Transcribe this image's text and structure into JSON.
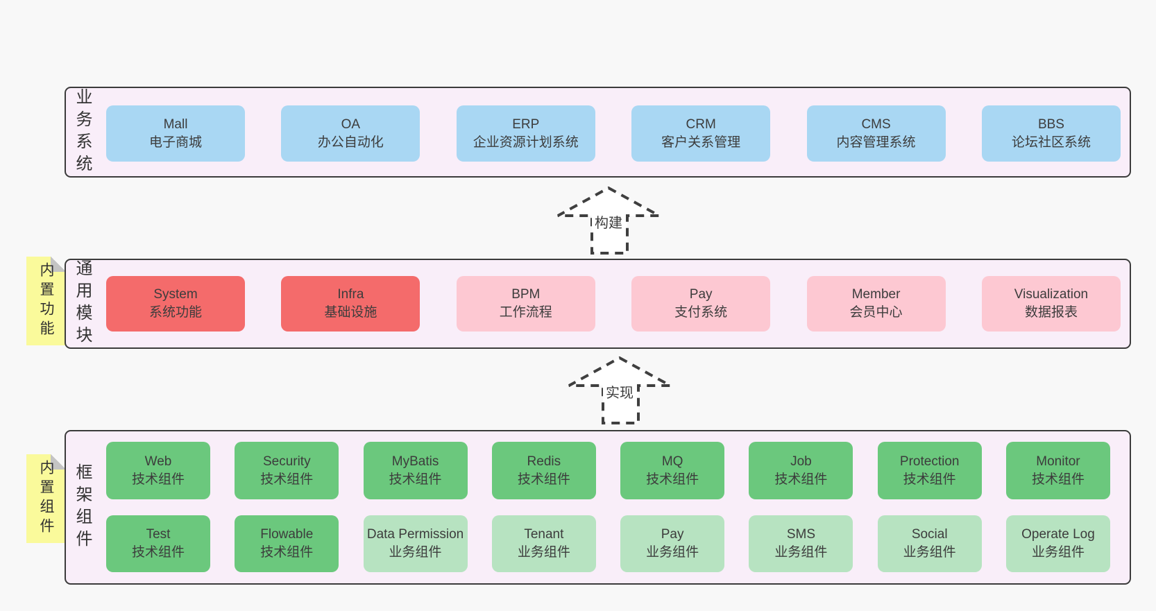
{
  "colors": {
    "page_bg": "#f8f8f8",
    "panel_bg": "#f9eef9",
    "panel_border": "#3b3b3b",
    "business_box": "#a9d7f3",
    "core_module_box": "#f46b6b",
    "module_box": "#fdc8d2",
    "tech_component_box": "#6bc87d",
    "biz_component_box": "#b7e3c1",
    "sticky_note": "#fafa9b"
  },
  "arrows": [
    {
      "label": "构建"
    },
    {
      "label": "实现"
    }
  ],
  "panels": [
    {
      "label": "业务系统",
      "boxes": [
        {
          "title": "Mall",
          "subtitle": "电子商城"
        },
        {
          "title": "OA",
          "subtitle": "办公自动化"
        },
        {
          "title": "ERP",
          "subtitle": "企业资源计划系统"
        },
        {
          "title": "CRM",
          "subtitle": "客户关系管理"
        },
        {
          "title": "CMS",
          "subtitle": "内容管理系统"
        },
        {
          "title": "BBS",
          "subtitle": "论坛社区系统"
        }
      ]
    },
    {
      "label": "通用模块",
      "sticky": "内置功能",
      "boxes": [
        {
          "title": "System",
          "subtitle": "系统功能"
        },
        {
          "title": "Infra",
          "subtitle": "基础设施"
        },
        {
          "title": "BPM",
          "subtitle": "工作流程"
        },
        {
          "title": "Pay",
          "subtitle": "支付系统"
        },
        {
          "title": "Member",
          "subtitle": "会员中心"
        },
        {
          "title": "Visualization",
          "subtitle": "数据报表"
        }
      ]
    },
    {
      "label": "框架组件",
      "sticky": "内置组件",
      "rows": [
        [
          {
            "title": "Web",
            "subtitle": "技术组件"
          },
          {
            "title": "Security",
            "subtitle": "技术组件"
          },
          {
            "title": "MyBatis",
            "subtitle": "技术组件"
          },
          {
            "title": "Redis",
            "subtitle": "技术组件"
          },
          {
            "title": "MQ",
            "subtitle": "技术组件"
          },
          {
            "title": "Job",
            "subtitle": "技术组件"
          },
          {
            "title": "Protection",
            "subtitle": "技术组件"
          },
          {
            "title": "Monitor",
            "subtitle": "技术组件"
          }
        ],
        [
          {
            "title": "Test",
            "subtitle": "技术组件"
          },
          {
            "title": "Flowable",
            "subtitle": "技术组件"
          },
          {
            "title": "Data Permission",
            "subtitle": "业务组件"
          },
          {
            "title": "Tenant",
            "subtitle": "业务组件"
          },
          {
            "title": "Pay",
            "subtitle": "业务组件"
          },
          {
            "title": "SMS",
            "subtitle": "业务组件"
          },
          {
            "title": "Social",
            "subtitle": "业务组件"
          },
          {
            "title": "Operate Log",
            "subtitle": "业务组件"
          }
        ]
      ]
    }
  ]
}
